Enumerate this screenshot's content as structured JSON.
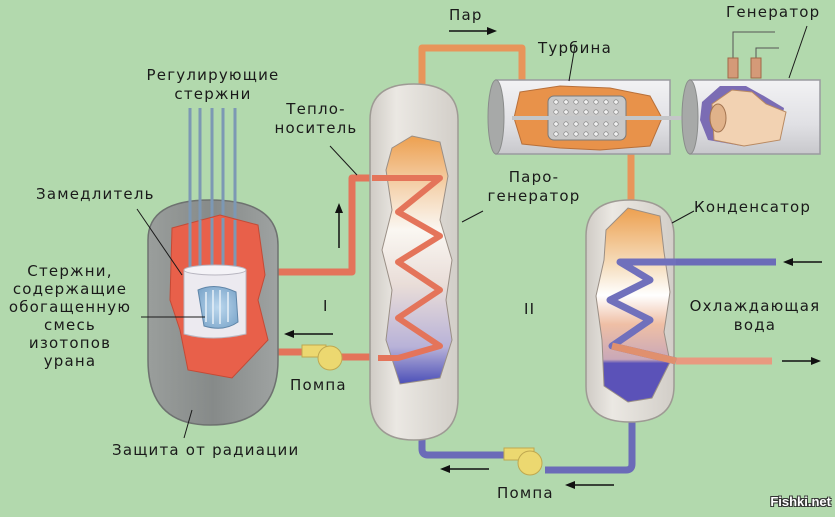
{
  "diagram": {
    "title": "Nuclear power plant scheme",
    "colors": {
      "background": "#b2d9ad",
      "primary_loop": "#e4745a",
      "steam_pipe": "#e8955a",
      "secondary_loop": "#6b6bb8",
      "cooling_out": "#e89a80",
      "pump": "#ecd870",
      "shield": "#8d9190",
      "core": "#e8604a",
      "vessel": "#dedbd6"
    },
    "labels": {
      "control_rods": [
        "Регулирующие",
        "стержни"
      ],
      "coolant": [
        "Тепло-",
        "носитель"
      ],
      "moderator": "Замедлитель",
      "fuel_rods": [
        "Стержни,",
        "содержащие",
        "обогащенную",
        "смесь",
        "изотопов",
        "урана"
      ],
      "radiation_shield": "Защита от радиации",
      "pump_primary": "Помпа",
      "pump_secondary": "Помпа",
      "loop_one": "I",
      "loop_two": "II",
      "steam": "Пар",
      "turbine": "Турбина",
      "generator": "Генератор",
      "steam_generator": [
        "Паро-",
        "генератор"
      ],
      "condenser": "Конденсатор",
      "cooling_water": [
        "Охлаждающая",
        "вода"
      ]
    },
    "watermark": "Fishki.net"
  }
}
